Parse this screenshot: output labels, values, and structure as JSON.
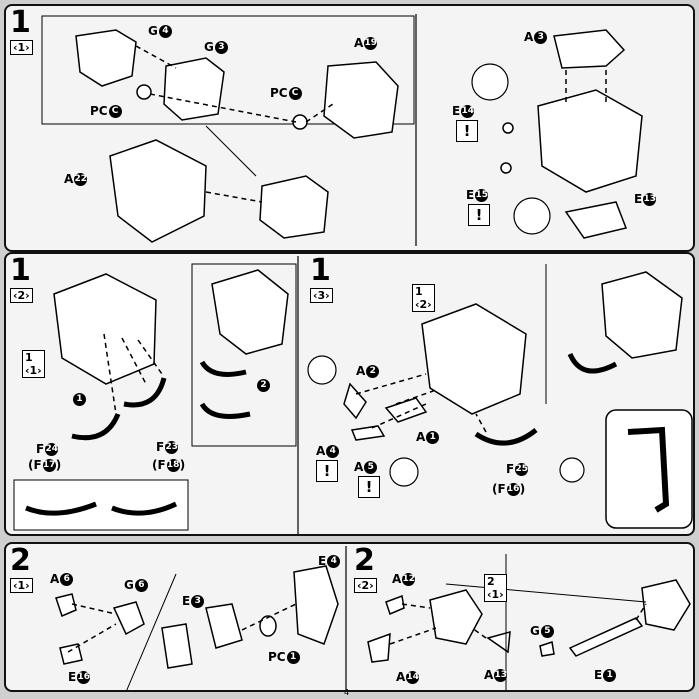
{
  "steps": [
    {
      "num": "1",
      "sub": "‹1›"
    },
    {
      "num": "1",
      "sub": "‹2›"
    },
    {
      "num": "1",
      "sub": "‹3›"
    },
    {
      "num": "2",
      "sub": "‹1›"
    },
    {
      "num": "2",
      "sub": "‹2›"
    }
  ],
  "labels": {
    "g4": "G",
    "g4n": "4",
    "g3": "G",
    "g3n": "3",
    "pcc1": "PC",
    "pcc1n": "C",
    "pcc2": "PC",
    "pcc2n": "C",
    "a19": "A",
    "a19n": "19",
    "a22": "A",
    "a22n": "22",
    "a3": "A",
    "a3n": "3",
    "e14": "E",
    "e14n": "14",
    "e15": "E",
    "e15n": "15",
    "e13": "E",
    "e13n": "13",
    "f24": "F",
    "f24n": "24",
    "f17": "F",
    "f17n": "17",
    "f23": "F",
    "f23n": "23",
    "f18": "F",
    "f18n": "18",
    "a2": "A",
    "a2n": "2",
    "a1": "A",
    "a1n": "1",
    "a4": "A",
    "a4n": "4",
    "a5": "A",
    "a5n": "5",
    "f25": "F",
    "f25n": "25",
    "f16": "F",
    "f16n": "16",
    "a6": "A",
    "a6n": "6",
    "g6": "G",
    "g6n": "6",
    "e3": "E",
    "e3n": "3",
    "e4": "E",
    "e4n": "4",
    "e16": "E",
    "e16n": "16",
    "pc1": "PC",
    "pc1n": "1",
    "a12": "A",
    "a12n": "12",
    "a14": "A",
    "a14n": "14",
    "a13": "A",
    "a13n": "13",
    "g5": "G",
    "g5n": "5",
    "e1": "E",
    "e1n": "1",
    "ref1_1": "1",
    "ref1_1sub": "‹1›",
    "ref1_2": "1",
    "ref1_2sub": "‹2›",
    "ref2_1": "2",
    "ref2_1sub": "‹1›",
    "warn": "!",
    "arrow1": "1",
    "arrow2": "2",
    "footer": "4"
  }
}
